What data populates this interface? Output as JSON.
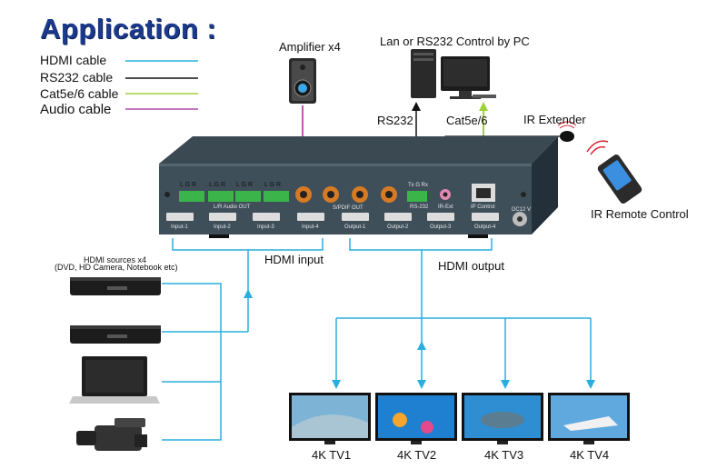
{
  "title": "Application :",
  "legend": [
    {
      "label": "HDMI cable",
      "color": "#29aee0"
    },
    {
      "label": "RS232 cable",
      "color": "#111111"
    },
    {
      "label": "Cat5e/6 cable",
      "color": "#9fd23a"
    },
    {
      "label": "Audio cable",
      "color": "#b04aa6"
    }
  ],
  "labels": {
    "amplifier": "Amplifier x4",
    "pc_control": "Lan or RS232 Control by PC",
    "rs232": "RS232",
    "cat5e6": "Cat5e/6",
    "ir_extender": "IR Extender",
    "ir_remote": "IR Remote Control",
    "hdmi_input": "HDMI input",
    "hdmi_output": "HDMI output",
    "sources_line1": "HDMI sources x4",
    "sources_line2": "(DVD, HD Camera, Notebook etc)"
  },
  "tvs": [
    "4K TV1",
    "4K TV2",
    "4K TV3",
    "4K TV4"
  ],
  "device": {
    "audio_groups": [
      "L  G  R",
      "L  G  R",
      "L  G  R",
      "L  G  R"
    ],
    "audio_out_label": "L/R Audio OUT",
    "spdif_label": "S/PDIF OUT",
    "rs232_pins": "Tx  G  Rx",
    "ports": [
      "Input-1",
      "Input-2",
      "Input-3",
      "Input-4",
      "Output-1",
      "Output-2",
      "Output-3",
      "Output-4"
    ],
    "rs232_port": "RS-232",
    "ir_ext_port": "IR-Ext",
    "ip_control": "IP Control",
    "power": "DC12 V"
  }
}
